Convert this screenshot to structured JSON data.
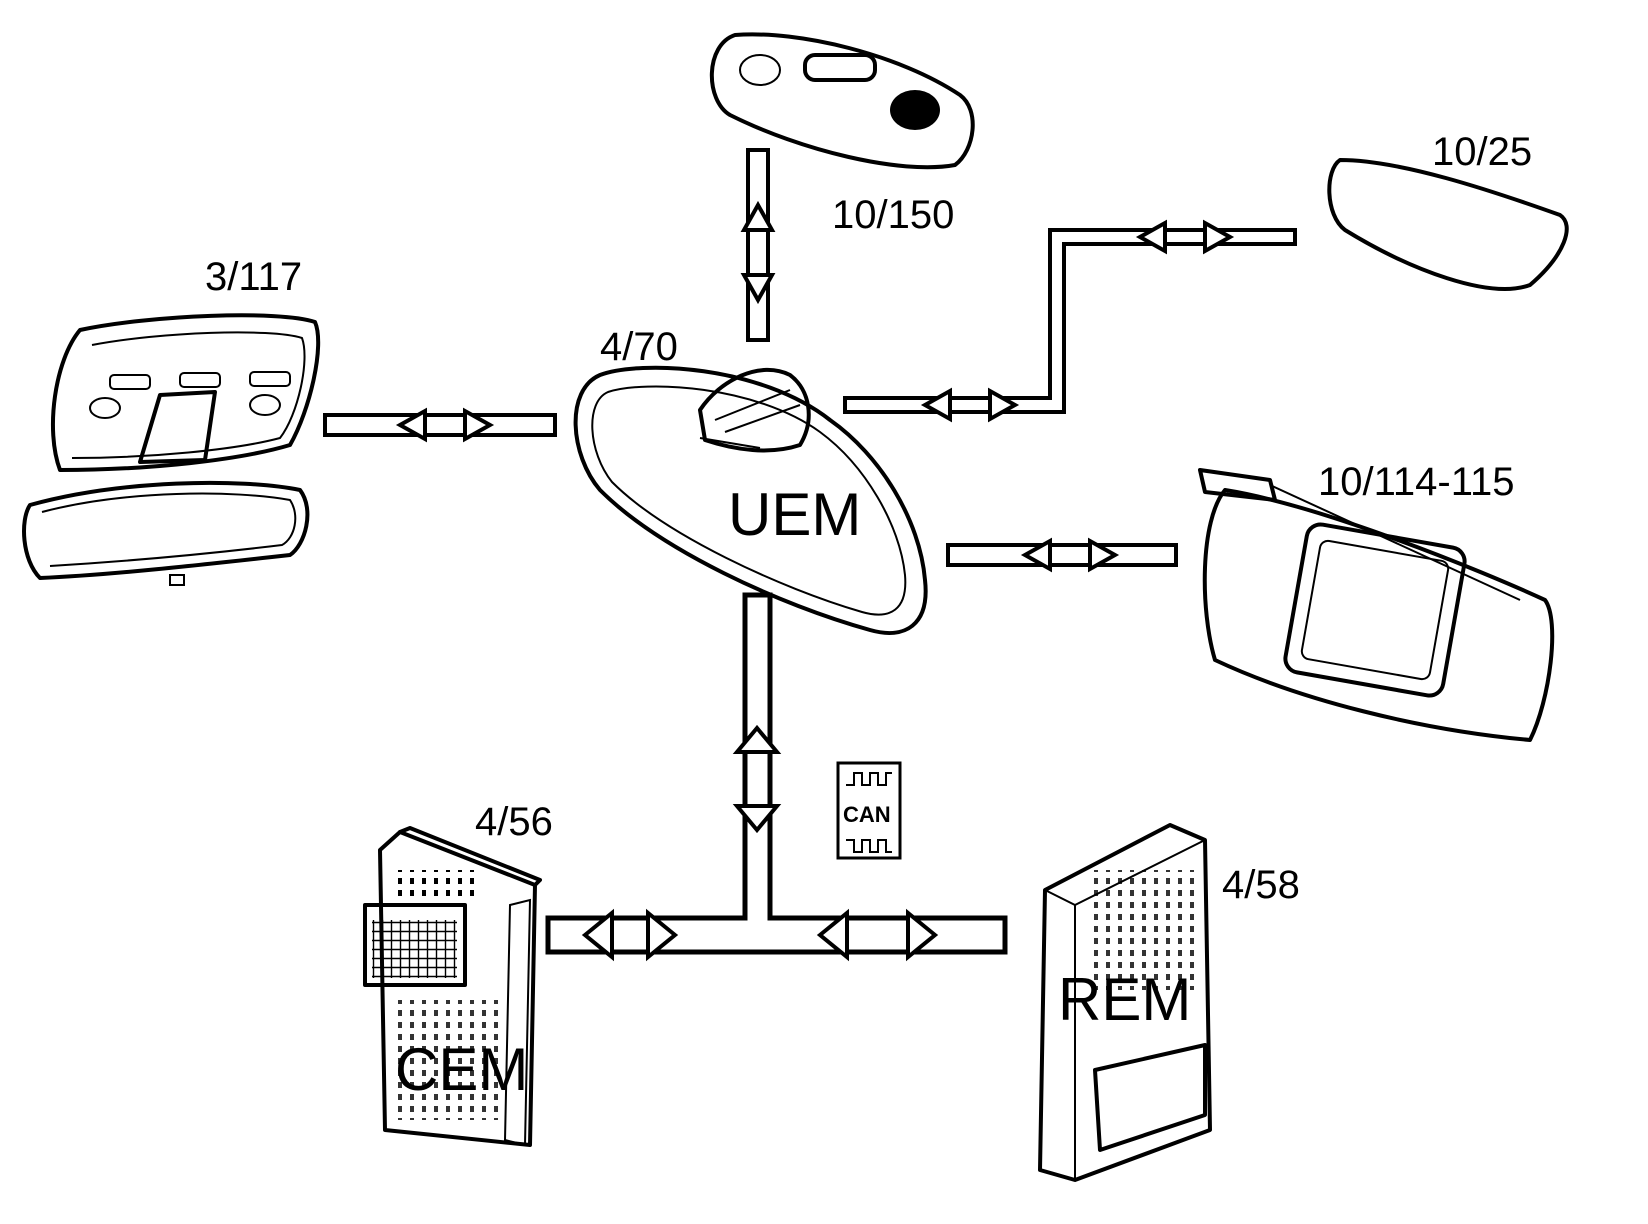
{
  "components": {
    "central": {
      "ref": "4/70",
      "name": "UEM"
    },
    "interior_light_front": {
      "ref": "10/150"
    },
    "rear_light": {
      "ref": "10/25"
    },
    "mirror_switch_panel": {
      "ref": "3/117"
    },
    "sun_visor": {
      "ref": "10/114-115"
    },
    "cem": {
      "ref": "4/56",
      "name": "CEM"
    },
    "rem": {
      "ref": "4/58",
      "name": "REM"
    }
  },
  "can_symbol": {
    "text": "CAN"
  },
  "colors": {
    "line": "#000000",
    "background": "#ffffff"
  }
}
